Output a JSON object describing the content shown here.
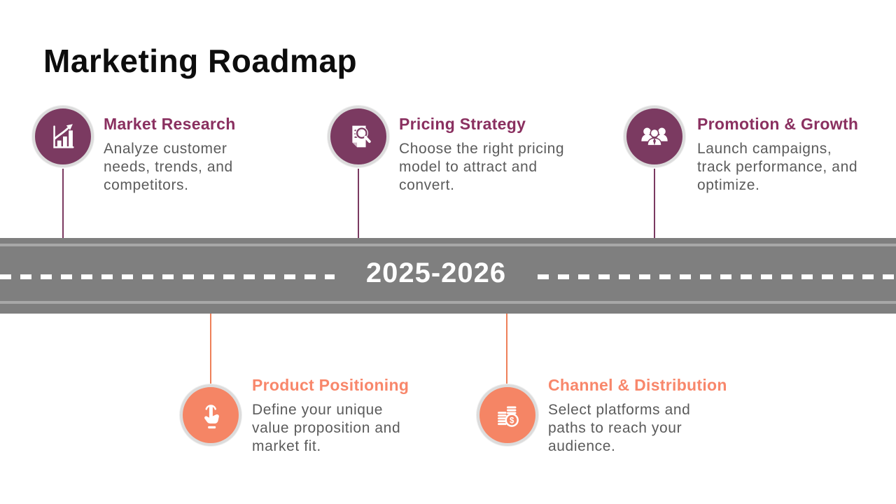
{
  "slide": {
    "title": "Marketing Roadmap",
    "year_label": "2025-2026"
  },
  "colors": {
    "top_accent": "#7b3a61",
    "top_heading": "#8a3060",
    "bottom_accent": "#f58565",
    "bottom_heading": "#f8876b",
    "road_gray": "#7f7f7f",
    "road_edge_stripe": "#a8a8a8",
    "body_text": "#5b5b5b",
    "badge_ring": "#dcdcdc"
  },
  "top_items": [
    {
      "title": "Market Research",
      "icon": "bar-chart-growth-icon",
      "desc_lines": [
        "Analyze customer",
        "needs, trends, and",
        "competitors."
      ]
    },
    {
      "title": "Pricing Strategy",
      "icon": "document-magnifier-icon",
      "desc_lines": [
        "Choose the right pricing",
        "model to attract and",
        "convert."
      ]
    },
    {
      "title": "Promotion & Growth",
      "icon": "people-group-icon",
      "desc_lines": [
        "Launch campaigns,",
        "track performance, and",
        "optimize."
      ]
    }
  ],
  "bottom_items": [
    {
      "title": "Product Positioning",
      "icon": "tap-gesture-icon",
      "desc_lines": [
        "Define your unique",
        "value proposition and",
        "market fit."
      ]
    },
    {
      "title": "Channel & Distribution",
      "icon": "coins-dollar-icon",
      "desc_lines": [
        "Select platforms and",
        "paths to reach your",
        "audience."
      ]
    }
  ]
}
